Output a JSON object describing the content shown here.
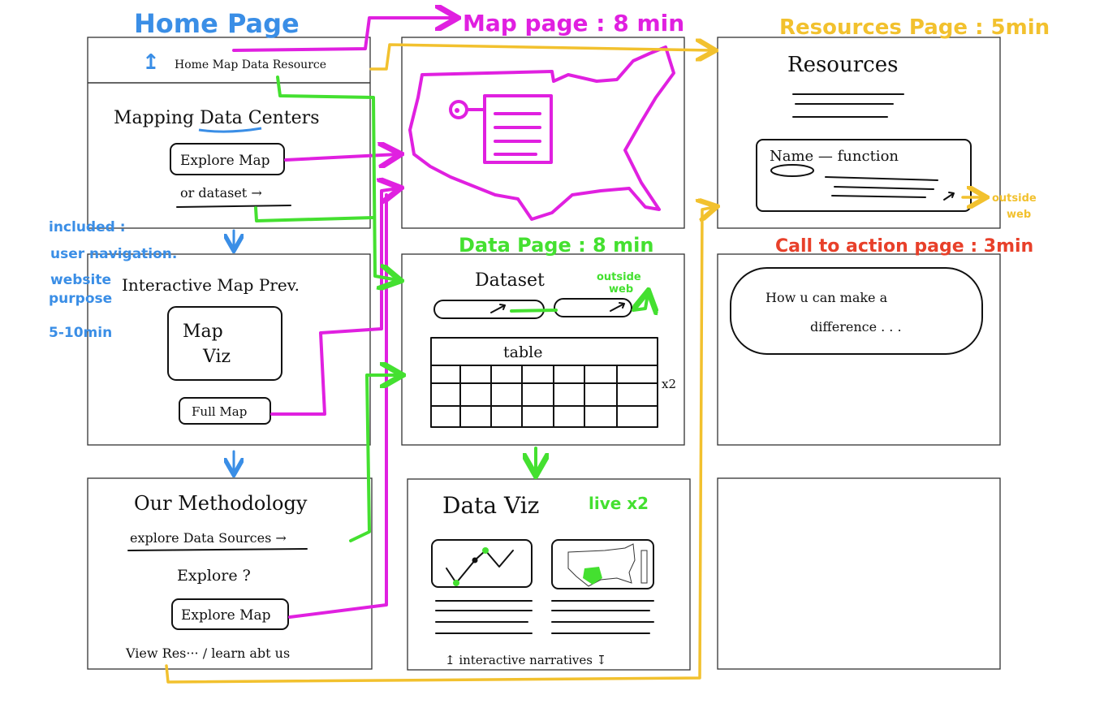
{
  "colors": {
    "home": "#3a8ee6",
    "map": "#e020e0",
    "data": "#44e030",
    "resources": "#f2c12e",
    "cta": "#e8402a",
    "ink": "#111111"
  },
  "headings": {
    "home_page": "Home Page",
    "map_page": "Map page : 8 min",
    "data_page": "Data Page : 8 min",
    "resources_page": "Resources Page : 5min",
    "cta_page": "Call to action page : 3min"
  },
  "home": {
    "nav_icon": "↥",
    "nav": "Home Map Data Resource",
    "title": "Mapping Data Centers",
    "explore_map": "Explore Map",
    "or_dataset": "or dataset →"
  },
  "notes": [
    "included :",
    "user navigation.",
    "website",
    "purpose",
    "5-10min"
  ],
  "preview": {
    "title": "Interactive Map Prev.",
    "viz_line1": "Map",
    "viz_line2": "Viz",
    "full_map": "Full Map"
  },
  "methodology": {
    "title": "Our Methodology",
    "explore_sources": "explore Data Sources →",
    "explore_q": "Explore ?",
    "explore_map": "Explore Map",
    "footer": "View Res··· / learn abt us"
  },
  "data_page": {
    "title": "Dataset",
    "outside_line1": "outside",
    "outside_line2": "web",
    "table": "table",
    "multiplier": "x2"
  },
  "data_viz": {
    "title": "Data Viz",
    "live": "live x2",
    "narratives": "↥ interactive narratives ↧"
  },
  "resources": {
    "title": "Resources",
    "card": "Name — function",
    "outside_line1": "outside",
    "outside_line2": "web"
  },
  "cta": {
    "line1": "How u can make a",
    "line2": "difference . . ."
  }
}
